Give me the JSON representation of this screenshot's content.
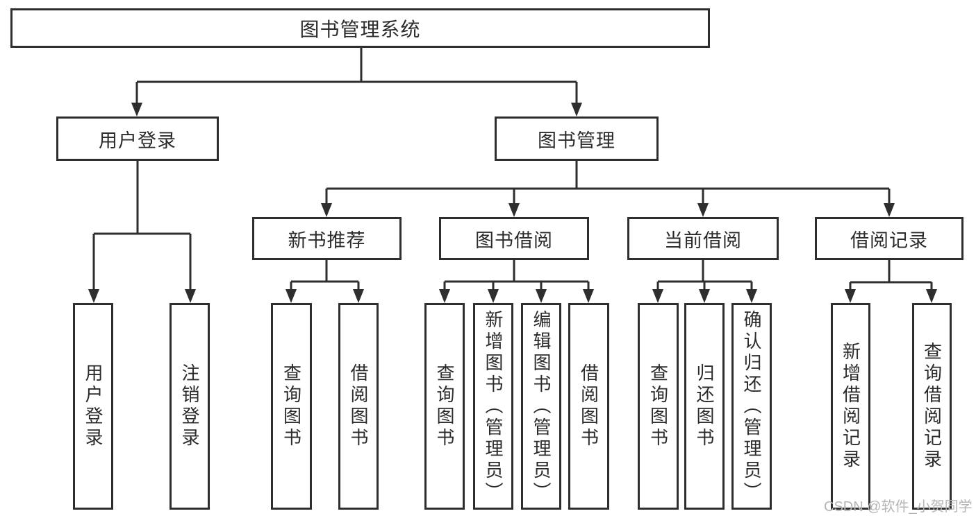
{
  "diagram": {
    "type": "hierarchy-tree",
    "root": {
      "label": "图书管理系统"
    },
    "level2": [
      {
        "label": "用户登录",
        "parent": "图书管理系统"
      },
      {
        "label": "图书管理",
        "parent": "图书管理系统"
      }
    ],
    "level3": [
      {
        "label": "新书推荐",
        "parent": "图书管理"
      },
      {
        "label": "图书借阅",
        "parent": "图书管理"
      },
      {
        "label": "当前借阅",
        "parent": "图书管理"
      },
      {
        "label": "借阅记录",
        "parent": "图书管理"
      }
    ],
    "leaves": [
      {
        "label": "用户登录",
        "parent": "用户登录"
      },
      {
        "label": "注销登录",
        "parent": "用户登录"
      },
      {
        "label": "查询图书",
        "parent": "新书推荐"
      },
      {
        "label": "借阅图书",
        "parent": "新书推荐"
      },
      {
        "label": "查询图书",
        "parent": "图书借阅"
      },
      {
        "label": "新增图书（管理员）",
        "parent": "图书借阅"
      },
      {
        "label": "编辑图书（管理员）",
        "parent": "图书借阅"
      },
      {
        "label": "借阅图书",
        "parent": "图书借阅"
      },
      {
        "label": "查询图书",
        "parent": "当前借阅"
      },
      {
        "label": "归还图书",
        "parent": "当前借阅"
      },
      {
        "label": "确认归还（管理员）",
        "parent": "当前借阅"
      },
      {
        "label": "新增借阅记录",
        "parent": "借阅记录"
      },
      {
        "label": "查询借阅记录",
        "parent": "借阅记录"
      }
    ],
    "colors": {
      "line": "#2e2e2e",
      "box_border": "#2e2e2e",
      "box_background": "#ffffff",
      "text": "#2b2b2b"
    }
  },
  "watermark": {
    "text": "CSDN @软件_小贺同学",
    "color": "#b5b5b5"
  }
}
